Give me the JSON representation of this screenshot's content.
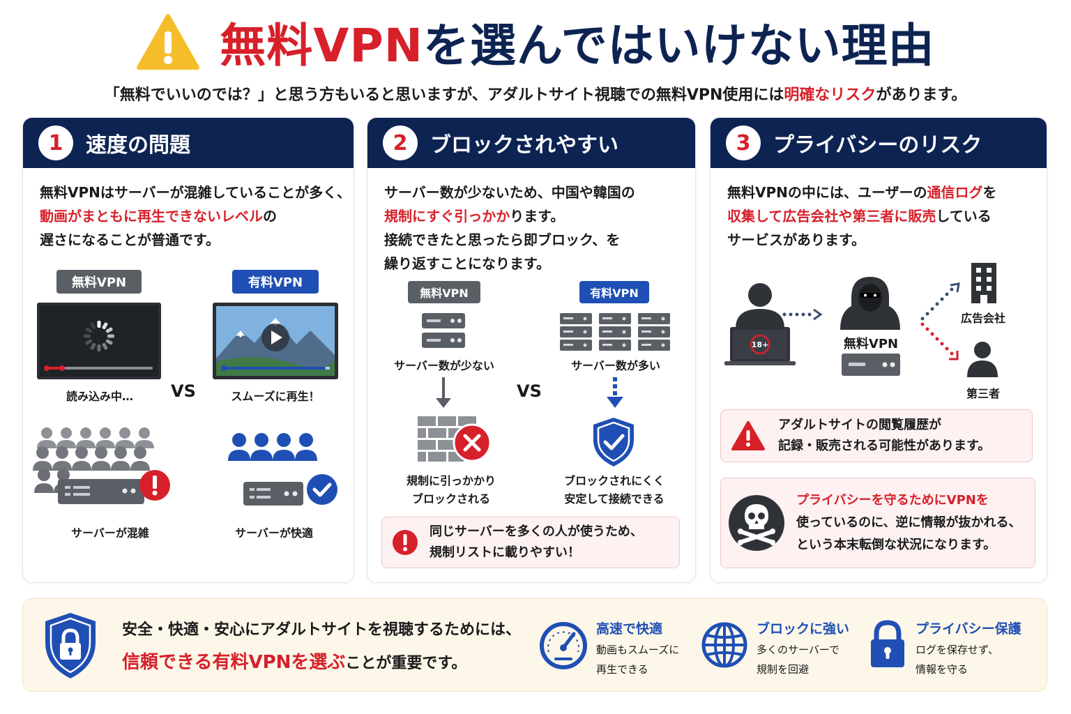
{
  "header": {
    "title_part1": "無料VPN",
    "title_part2": "を選んではいけない理由",
    "subtitle_part1": "「無料でいいのでは？」と思う方もいると思いますが、アダルトサイト視聴での無料VPN使用には",
    "subtitle_highlight": "明確なリスク",
    "subtitle_part2": "があります。"
  },
  "cards": [
    {
      "number": "1",
      "title": "速度の問題",
      "text_line1": "無料VPNはサーバーが混雑していることが多く、",
      "text_line2_highlight": "動画がまともに再生できないレベル",
      "text_line2_rest": "の",
      "text_line3": "遅さになることが普通です。",
      "free_tag": "無料VPN",
      "paid_tag": "有料VPN",
      "loading_label": "読み込み中…",
      "vs": "VS",
      "smooth_label": "スムーズに再生！",
      "crowded_label": "サーバーが混雑",
      "comfort_label": "サーバーが快適"
    },
    {
      "number": "2",
      "title": "ブロックされやすい",
      "text_line1": "サーバー数が少ないため、中国や韓国の",
      "text_line2_highlight": "規制にすぐ引っかか",
      "text_line2_rest": "ります。",
      "text_line3": "接続できたと思ったら即ブロック、を",
      "text_line4": "繰り返すことになります。",
      "free_tag": "無料VPN",
      "paid_tag": "有料VPN",
      "few_servers": "サーバー数が少ない",
      "many_servers": "サーバー数が多い",
      "vs": "VS",
      "blocked_line1": "規制に引っかかり",
      "blocked_line2": "ブロックされる",
      "stable_line1": "ブロックされにくく",
      "stable_line2": "安定して接続できる",
      "note_line1": "同じサーバーを多くの人が使うため、",
      "note_line2": "規制リストに載りやすい！"
    },
    {
      "number": "3",
      "title": "プライバシーのリスク",
      "text_line1_part1": "無料VPNの中には、ユーザーの",
      "text_line1_highlight": "通信ログ",
      "text_line1_part2": "を",
      "text_line2_highlight": "収集して広告会社や第三者に販売",
      "text_line2_rest": "している",
      "text_line3": "サービスがあります。",
      "laptop_badge": "18+",
      "vpn_label": "無料VPN",
      "ad_company": "広告会社",
      "third_party": "第三者",
      "warn_line1": "アダルトサイトの閲覧履歴が",
      "warn_line2": "記録・販売される可能性があります。",
      "skull_line1": "プライバシーを守るためにVPNを",
      "skull_line2": "使っているのに、逆に情報が抜かれる、",
      "skull_line3": "という本末転倒な状況になります。"
    }
  ],
  "banner": {
    "line1": "安全・快適・安心にアダルトサイトを視聴するためには、",
    "line2_highlight": "信頼できる有料VPNを選ぶ",
    "line2_rest": "ことが重要です。",
    "features": [
      {
        "title": "高速で快適",
        "desc1": "動画もスムーズに",
        "desc2": "再生できる",
        "icon": "speedometer-icon"
      },
      {
        "title": "ブロックに強い",
        "desc1": "多くのサーバーで",
        "desc2": "規制を回避",
        "icon": "globe-icon"
      },
      {
        "title": "プライバシー保護",
        "desc1": "ログを保存せず、",
        "desc2": "情報を守る",
        "icon": "padlock-icon"
      }
    ]
  },
  "colors": {
    "navy": "#0d2352",
    "red": "#d6202a",
    "blue": "#1f4fb4",
    "gray": "#5a5f66"
  }
}
